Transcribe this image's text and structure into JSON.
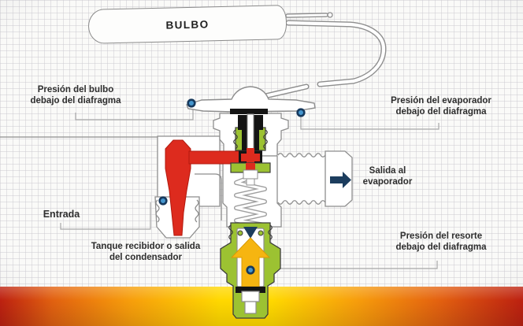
{
  "diagram": {
    "bulb_label": "BULBO",
    "labels": {
      "bulb_pressure": "Presión del bulbo\ndebajo del diafragma",
      "evaporator_pressure": "Presión del evaporador\ndebajo del diafragma",
      "evaporator_outlet": "Salida al\nevaporador",
      "inlet": "Entrada",
      "receiver_outlet": "Tanque recibidor o salida\ndel condensador",
      "spring_pressure": "Presión del resorte\ndebajo del diafragma"
    },
    "colors": {
      "inlet_red": "#dd2b1e",
      "body_green": "#9cc232",
      "flow_arrow_amber": "#f6b511",
      "outlet_arrow_navy": "#1c3d5e",
      "pressure_marker_blue": "#4596ce",
      "gradient_bar": [
        "#c21f0e",
        "#f79e0b",
        "#ffd800",
        "#f79e0b",
        "#c21f0e"
      ]
    }
  }
}
